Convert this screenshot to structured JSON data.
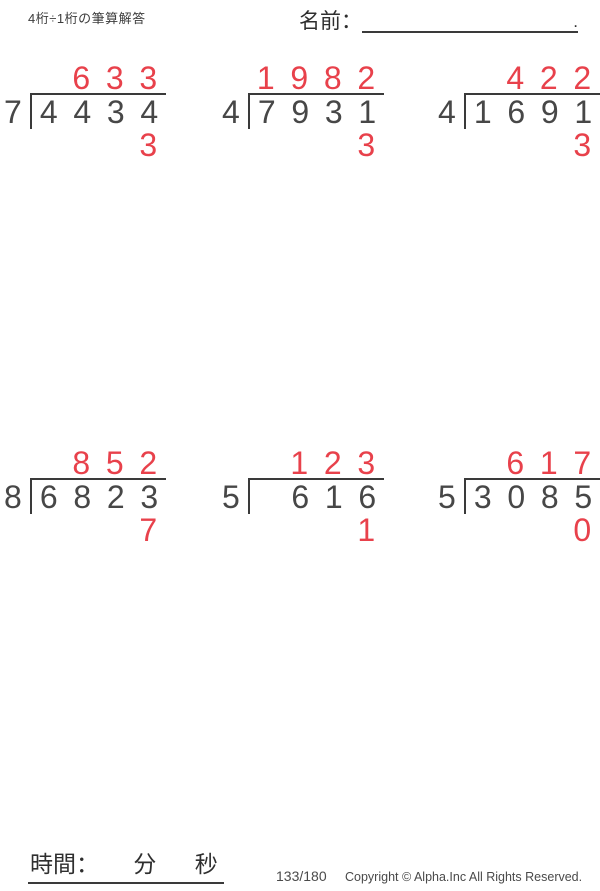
{
  "page": {
    "title": "4桁÷1桁の筆算解答",
    "name_label": "名前：",
    "name_line_end": "."
  },
  "problems": [
    {
      "divisor": "7",
      "quotient": [
        "",
        "6",
        "3",
        "3"
      ],
      "dividend": [
        "4",
        "4",
        "3",
        "4"
      ],
      "remainder": "3"
    },
    {
      "divisor": "4",
      "quotient": [
        "1",
        "9",
        "8",
        "2"
      ],
      "dividend": [
        "7",
        "9",
        "3",
        "1"
      ],
      "remainder": "3"
    },
    {
      "divisor": "4",
      "quotient": [
        "",
        "4",
        "2",
        "2"
      ],
      "dividend": [
        "1",
        "6",
        "9",
        "1"
      ],
      "remainder": "3"
    },
    {
      "divisor": "8",
      "quotient": [
        "",
        "8",
        "5",
        "2"
      ],
      "dividend": [
        "6",
        "8",
        "2",
        "3"
      ],
      "remainder": "7"
    },
    {
      "divisor": "5",
      "quotient": [
        "",
        "1",
        "2",
        "3"
      ],
      "dividend": [
        "",
        "6",
        "1",
        "6"
      ],
      "remainder": "1"
    },
    {
      "divisor": "5",
      "quotient": [
        "",
        "6",
        "1",
        "7"
      ],
      "dividend": [
        "3",
        "0",
        "8",
        "5"
      ],
      "remainder": "0"
    }
  ],
  "footer": {
    "time_label": "時間：",
    "minutes_label": "分",
    "seconds_label": "秒",
    "page_number": "133/180",
    "copyright": "Copyright © Alpha.Inc All Rights Reserved."
  },
  "colors": {
    "answer_red": "#e8414b",
    "digit_dark": "#474747",
    "line_dark": "#3a3a3a"
  }
}
